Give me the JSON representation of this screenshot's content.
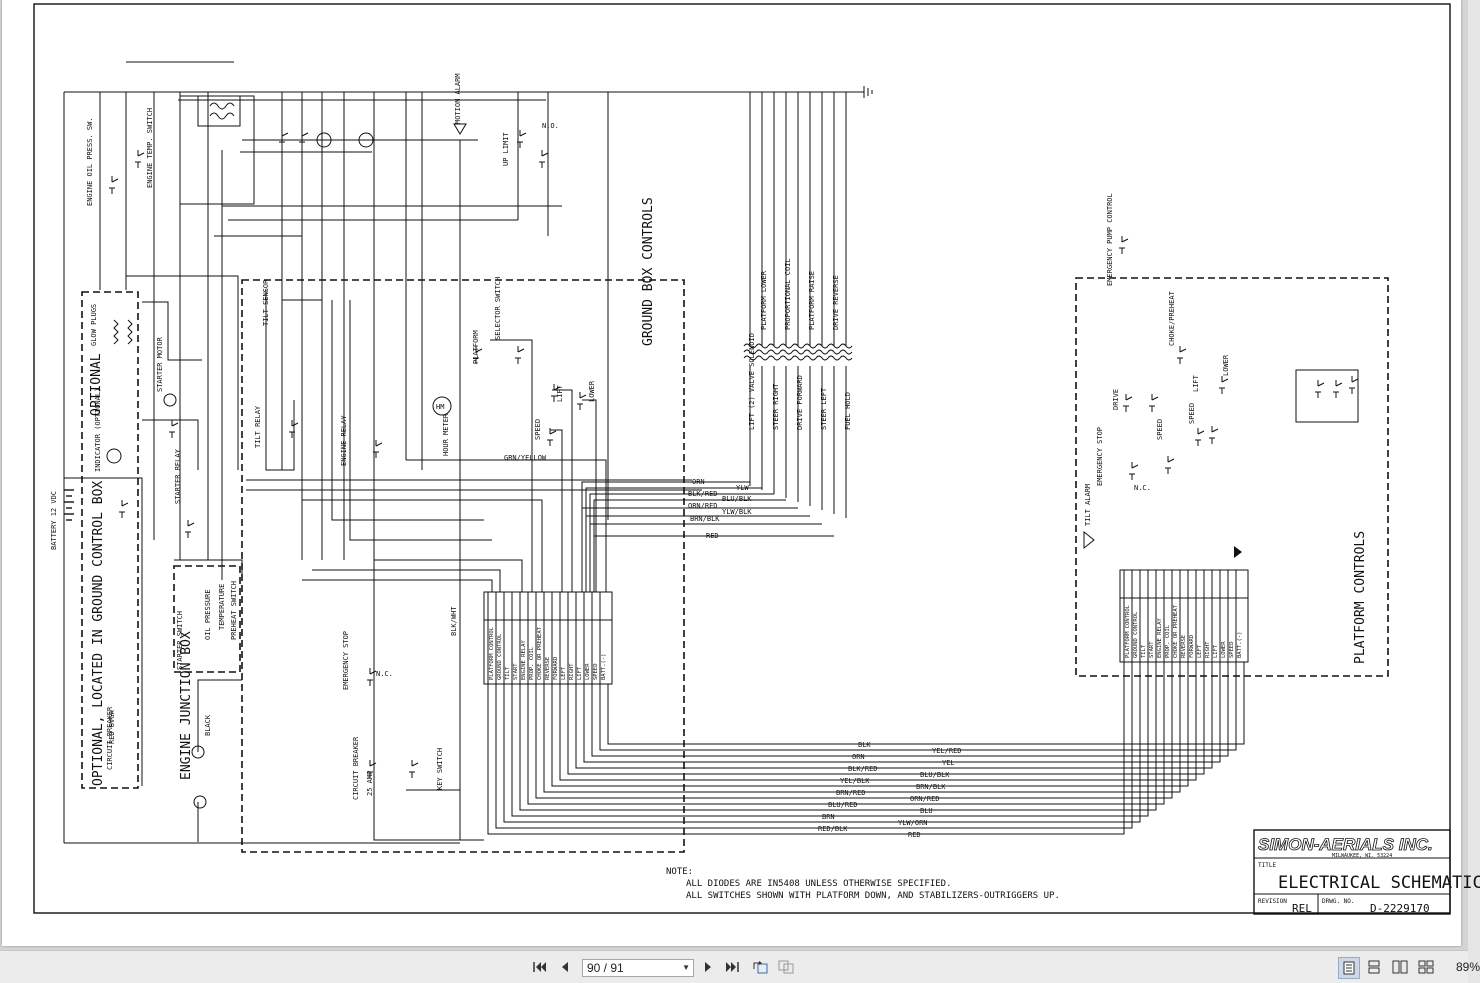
{
  "document": {
    "company": "SIMON-AERIALS INC.",
    "company_address": "MILWAUKEE, WI. 53224",
    "title_label": "TITLE",
    "title": "ELECTRICAL SCHEMATIC",
    "revision_label": "REVISION",
    "revision": "REL",
    "drawing_no_label": "DRWG. NO.",
    "drawing_no": "D-2229170",
    "note_heading": "NOTE:",
    "notes": [
      "ALL DIODES ARE IN5408 UNLESS OTHERWISE SPECIFIED.",
      "ALL SWITCHES SHOWN WITH PLATFORM DOWN, AND STABILIZERS-OUTRIGGERS UP."
    ],
    "section_labels": {
      "ground_box": "GROUND BOX CONTROLS",
      "platform": "PLATFORM CONTROLS",
      "engine_junction": "ENGINE JUNCTION BOX",
      "optional_gcb": "OPTIONAL, LOCATED IN GROUND CONTROL BOX",
      "optional": "OPTIONAL",
      "battery": "BATTERY 12 VDC"
    },
    "component_labels": {
      "engine_oil": "ENGINE OIL PRESS. SW.",
      "engine_temp": "ENGINE TEMP. SWITCH",
      "motion_alarm": "MOTION ALARM",
      "tilt_alarm": "TILT ALARM",
      "emergency_stop": "EMERGENCY STOP",
      "circuit_breaker": "CIRCUIT BREAKER",
      "circuit_breaker_amp": "25 AMP",
      "key_switch": "KEY SWITCH",
      "hour_meter": "HOUR METER",
      "selector_switch": "SELECTOR SWITCH",
      "engine_relay": "ENGINE RELAY",
      "starter_relay": "STARTER RELAY",
      "starter_motor": "STARTER MOTOR",
      "glow_plugs": "GLOW PLUGS",
      "indicator": "INDICATOR (OPTIONAL)",
      "tilt_sensor": "TILT SENSOR",
      "tilt_relay": "TILT RELAY",
      "pwr_platform": "PLATFORM",
      "speed": "SPEED",
      "lift": "LIFT",
      "lower": "LOWER",
      "drive": "DRIVE",
      "emergency_pump": "EMERGENCY PUMP CONTROL",
      "preheat_switch": "PREHEAT SWITCH",
      "starter_switch": "STARTER SWITCH",
      "oil_pressure": "OIL PRESSURE",
      "temperature": "TEMPERATURE",
      "choke": "CHOKE/PREHEAT",
      "platform_up_limit": "UP LIMIT",
      "no": "N.O.",
      "nc": "N.C.",
      "valve_labels": [
        "LIFT (2) VALVE SOLENOID",
        "PLATFORM LOWER",
        "STEER RIGHT",
        "PROPORTIONAL COIL",
        "DRIVE FORWARD",
        "PLATFORM RAISE",
        "STEER LEFT",
        "DRIVE REVERSE",
        "FUEL HOLD"
      ]
    },
    "connector_left": [
      "PLATFORM CONTROL",
      "GROUND CONTROL",
      "TILT",
      "START",
      "ENGINE RELAY",
      "PROP. COIL",
      "CHOKE OR PREHEAT",
      "REVERSE",
      "FORWARD",
      "LEFT",
      "RIGHT",
      "LIFT",
      "LOWER",
      "SPEED",
      "BATT.(-)"
    ],
    "connector_right": [
      "PLATFORM CONTROL",
      "GROUND CONTROL",
      "TILT",
      "START",
      "ENGINE RELAY",
      "PROP. COIL",
      "CHOKE OR PREHEAT",
      "REVERSE",
      "FORWARD",
      "LEFT",
      "RIGHT",
      "LIFT",
      "LOWER",
      "SPEED",
      "BATT.(-)"
    ],
    "wire_colors_middle": [
      "ORN",
      "YLW",
      "BLK/RED",
      "BLU/BLK",
      "ORN/RED",
      "YLW/BLK",
      "BRN/BLK",
      "RED"
    ],
    "wire_colors_bottom_left": [
      "BLK",
      "ORN",
      "BLK/RED",
      "YEL/BLK",
      "BRN/RED",
      "BLU/RED",
      "BRN",
      "RED/BLK"
    ],
    "wire_colors_bottom_right": [
      "YEL/RED",
      "YEL",
      "BLU/BLK",
      "BRN/BLK",
      "ORN/RED",
      "BLU",
      "YLW/ORN",
      "RED"
    ],
    "misc_wire_labels": [
      "GRN/YELLOW",
      "BLK/WHT",
      "RED 8VGA",
      "BLACK"
    ]
  },
  "viewer": {
    "page_indicator": "90 / 91",
    "zoom": "89%",
    "icons": [
      "first-page-icon",
      "prev-page-icon",
      "next-page-icon",
      "last-page-icon",
      "rotate-icon",
      "extract-icon",
      "single-page-view-icon",
      "continuous-view-icon",
      "facing-view-icon",
      "continuous-facing-view-icon"
    ]
  }
}
